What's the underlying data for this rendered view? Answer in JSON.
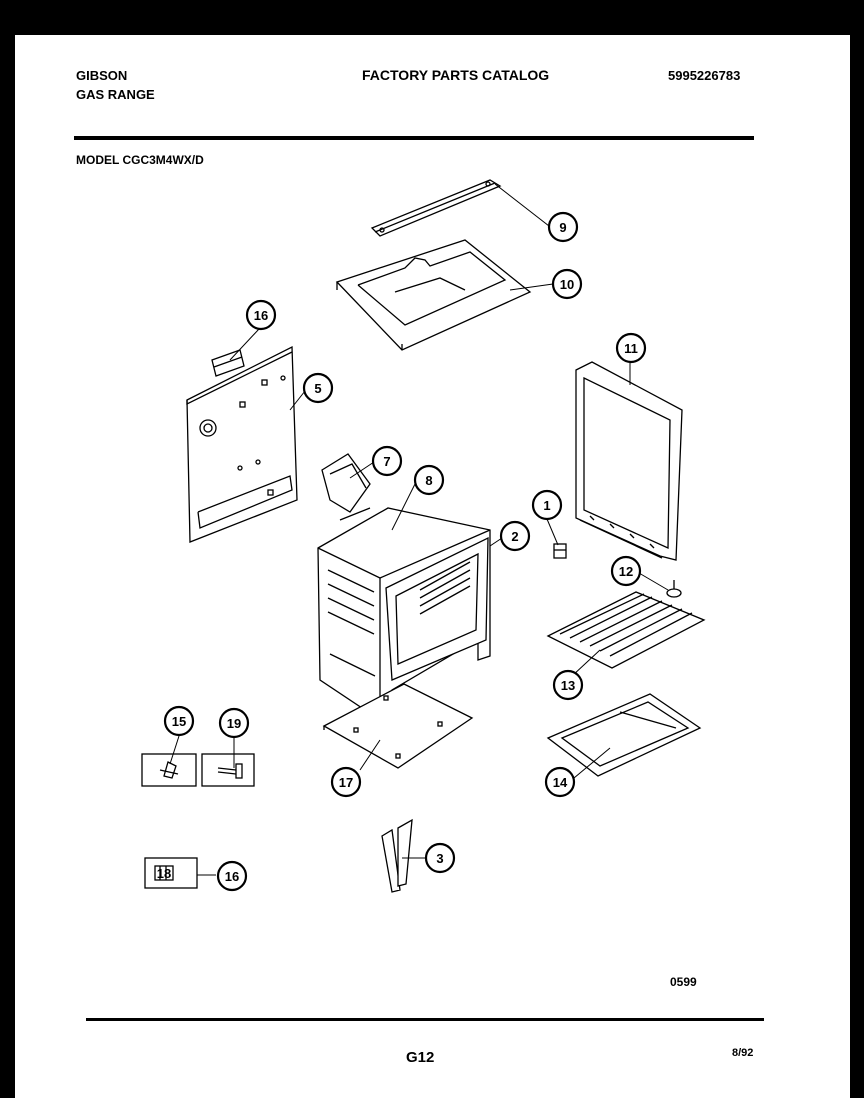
{
  "header": {
    "brand": "GIBSON",
    "product": "GAS RANGE",
    "title": "FACTORY PARTS CATALOG",
    "catalog_number": "5995226783",
    "model": "MODEL  CGC3M4WX/D"
  },
  "parts": [
    {
      "label": "1"
    },
    {
      "label": "2"
    },
    {
      "label": "3"
    },
    {
      "label": "5"
    },
    {
      "label": "7"
    },
    {
      "label": "8"
    },
    {
      "label": "9"
    },
    {
      "label": "10"
    },
    {
      "label": "11"
    },
    {
      "label": "12"
    },
    {
      "label": "13"
    },
    {
      "label": "14"
    },
    {
      "label": "15"
    },
    {
      "label": "16"
    },
    {
      "label": "16"
    },
    {
      "label": "17"
    },
    {
      "label": "18"
    },
    {
      "label": "19"
    }
  ],
  "footer": {
    "code": "0599",
    "page": "G12",
    "date": "8/92"
  }
}
